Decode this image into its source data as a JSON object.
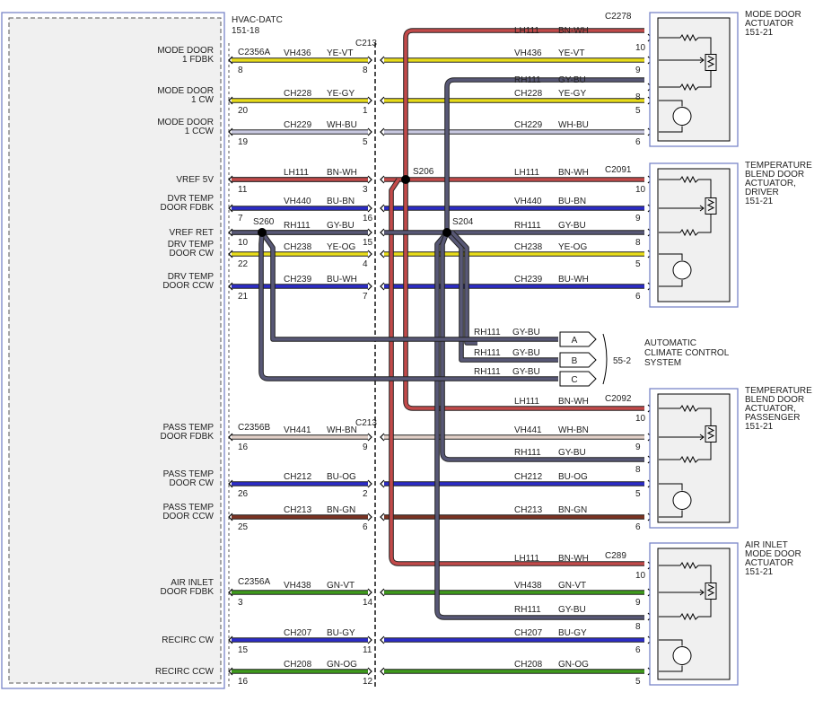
{
  "module": {
    "name": "HVAC-DATC",
    "ref": "151-18"
  },
  "colors": {
    "YE-VT": "#e8dc1a",
    "YE-GY": "#e8dc1a",
    "YE-OG": "#e8dc1a",
    "WH-BU": "#c8c8e0",
    "WH-BN": "#e2d0c8",
    "BN-WH": "#c24a4a",
    "BU-BN": "#2c2cc8",
    "BU-WH": "#2c2cc8",
    "BU-OG": "#2c2cc8",
    "BU-GY": "#2c2cc8",
    "GY-BU": "#585876",
    "BN-GN": "#7a3222",
    "GN-VT": "#3e9a1c",
    "GN-OG": "#3e9a1c"
  },
  "module_pins": [
    {
      "label": "MODE DOOR\n1 FDBK",
      "pin": "8"
    },
    {
      "label": "MODE DOOR\n1 CW",
      "pin": "20"
    },
    {
      "label": "MODE DOOR\n1 CCW",
      "pin": "19"
    },
    {
      "label": "VREF 5V",
      "pin": "11"
    },
    {
      "label": "DVR TEMP\nDOOR FDBK",
      "pin": "7"
    },
    {
      "label": "VREF RET",
      "pin": "10"
    },
    {
      "label": "DRV TEMP\nDOOR CW",
      "pin": "22"
    },
    {
      "label": "DRV TEMP\nDOOR CCW",
      "pin": "21"
    },
    {
      "label": "PASS TEMP\nDOOR FDBK",
      "pin": "16"
    },
    {
      "label": "PASS TEMP\nDOOR CW",
      "pin": "26"
    },
    {
      "label": "PASS TEMP\nDOOR CCW",
      "pin": "25"
    },
    {
      "label": "AIR INLET\nDOOR FDBK",
      "pin": "3"
    },
    {
      "label": "RECIRC CW",
      "pin": "15"
    },
    {
      "label": "RECIRC CCW",
      "pin": "16"
    }
  ],
  "connectors": [
    {
      "name": "C2356A"
    },
    {
      "name": "C213"
    },
    {
      "name": "C2356B"
    },
    {
      "name": "C213"
    },
    {
      "name": "C2356A"
    }
  ],
  "wires_left": [
    {
      "circuit": "VH436",
      "color": "YE-VT",
      "c213_pin": "8"
    },
    {
      "circuit": "CH228",
      "color": "YE-GY",
      "c213_pin": "1"
    },
    {
      "circuit": "CH229",
      "color": "WH-BU",
      "c213_pin": "5"
    },
    {
      "circuit": "LH111",
      "color": "BN-WH",
      "c213_pin": "3"
    },
    {
      "circuit": "VH440",
      "color": "BU-BN",
      "c213_pin": "16"
    },
    {
      "circuit": "RH111",
      "color": "GY-BU",
      "c213_pin": "15"
    },
    {
      "circuit": "CH238",
      "color": "YE-OG",
      "c213_pin": "4"
    },
    {
      "circuit": "CH239",
      "color": "BU-WH",
      "c213_pin": "7"
    },
    {
      "circuit": "VH441",
      "color": "WH-BN",
      "c213_pin": "9"
    },
    {
      "circuit": "CH212",
      "color": "BU-OG",
      "c213_pin": "2"
    },
    {
      "circuit": "CH213",
      "color": "BN-GN",
      "c213_pin": "6"
    },
    {
      "circuit": "VH438",
      "color": "GN-VT",
      "c213_pin": "14"
    },
    {
      "circuit": "CH207",
      "color": "BU-GY",
      "c213_pin": "11"
    },
    {
      "circuit": "CH208",
      "color": "GN-OG",
      "c213_pin": "12"
    }
  ],
  "splices": [
    {
      "name": "S206"
    },
    {
      "name": "S204"
    },
    {
      "name": "S260"
    }
  ],
  "actuators": [
    {
      "name": "MODE DOOR\nACTUATOR\n151-21",
      "connector": "C2278",
      "wires": [
        {
          "circuit": "LH111",
          "color": "BN-WH",
          "pin": "10"
        },
        {
          "circuit": "VH436",
          "color": "YE-VT",
          "pin": "9"
        },
        {
          "circuit": "RH111",
          "color": "GY-BU",
          "pin": "8"
        },
        {
          "circuit": "CH228",
          "color": "YE-GY",
          "pin": "5"
        },
        {
          "circuit": "CH229",
          "color": "WH-BU",
          "pin": "6"
        }
      ]
    },
    {
      "name": "TEMPERATURE\nBLEND DOOR\nACTUATOR,\nDRIVER\n151-21",
      "connector": "C2091",
      "wires": [
        {
          "circuit": "LH111",
          "color": "BN-WH",
          "pin": "10"
        },
        {
          "circuit": "VH440",
          "color": "BU-BN",
          "pin": "9"
        },
        {
          "circuit": "RH111",
          "color": "GY-BU",
          "pin": "8"
        },
        {
          "circuit": "CH238",
          "color": "YE-OG",
          "pin": "5"
        },
        {
          "circuit": "CH239",
          "color": "BU-WH",
          "pin": "6"
        }
      ]
    },
    {
      "name": "TEMPERATURE\nBLEND DOOR\nACTUATOR,\nPASSENGER\n151-21",
      "connector": "C2092",
      "wires": [
        {
          "circuit": "LH111",
          "color": "BN-WH",
          "pin": "10"
        },
        {
          "circuit": "VH441",
          "color": "WH-BN",
          "pin": "9"
        },
        {
          "circuit": "RH111",
          "color": "GY-BU",
          "pin": "8"
        },
        {
          "circuit": "CH212",
          "color": "BU-OG",
          "pin": "5"
        },
        {
          "circuit": "CH213",
          "color": "BN-GN",
          "pin": "6"
        }
      ]
    },
    {
      "name": "AIR INLET\nMODE DOOR\nACTUATOR\n151-21",
      "connector": "C289",
      "wires": [
        {
          "circuit": "LH111",
          "color": "BN-WH",
          "pin": "10"
        },
        {
          "circuit": "VH438",
          "color": "GN-VT",
          "pin": "9"
        },
        {
          "circuit": "RH111",
          "color": "GY-BU",
          "pin": "8"
        },
        {
          "circuit": "CH207",
          "color": "BU-GY",
          "pin": "6"
        },
        {
          "circuit": "CH208",
          "color": "GN-OG",
          "pin": "5"
        }
      ]
    }
  ],
  "acc": {
    "connector": "55-2",
    "name": "AUTOMATIC\nCLIMATE CONTROL\nSYSTEM",
    "wires": [
      {
        "circuit": "RH111",
        "color": "GY-BU",
        "pin": "A"
      },
      {
        "circuit": "RH111",
        "color": "GY-BU",
        "pin": "B"
      },
      {
        "circuit": "RH111",
        "color": "GY-BU",
        "pin": "C"
      }
    ]
  }
}
